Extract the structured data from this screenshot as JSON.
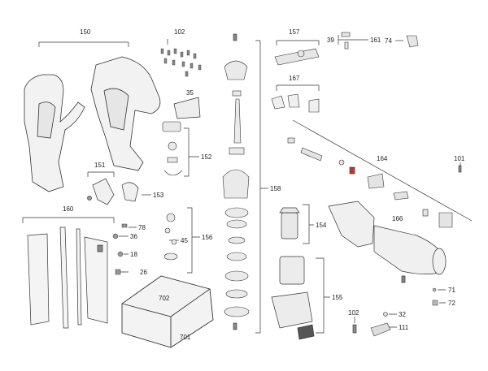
{
  "labels": {
    "p150": "150",
    "p102a": "102",
    "p157": "157",
    "p39": "39",
    "p161": "161",
    "p74": "74",
    "p167": "167",
    "p35": "35",
    "p152": "152",
    "p151": "151",
    "p153": "153",
    "p158": "158",
    "p164": "164",
    "p101": "101",
    "p160": "160",
    "p78": "78",
    "p36": "36",
    "p18": "18",
    "p26": "26",
    "p45": "45",
    "p156": "156",
    "p154": "154",
    "p166": "166",
    "p155": "155",
    "p702": "702",
    "p701": "701",
    "p71": "71",
    "p72": "72",
    "p102b": "102",
    "p32": "32",
    "p111": "111"
  },
  "colors": {
    "line": "#333333",
    "part_fill": "#f2f2f2",
    "part_dark": "#555555",
    "accent_red": "#c0392b"
  }
}
